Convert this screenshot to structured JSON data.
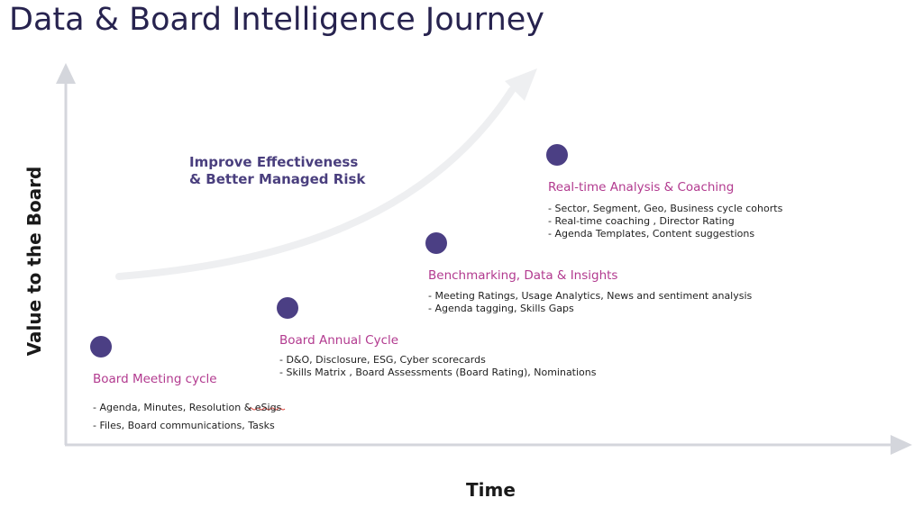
{
  "title": "Data & Board Intelligence Journey",
  "axes": {
    "y_label": "Value to the Board",
    "x_label": "Time"
  },
  "arrow_caption": {
    "line1": "Improve Effectiveness",
    "line2": "& Better Managed Risk"
  },
  "colors": {
    "title": "#27234f",
    "dot": "#4b3f84",
    "stage_title": "#b23a8f",
    "axis": "#d4d6dc",
    "arrow": "#eeeff1"
  },
  "stages": [
    {
      "title": "Board Meeting cycle",
      "items": [
        "- Agenda, Minutes, Resolution & eSigs",
        "- Files, Board communications, Tasks"
      ]
    },
    {
      "title": "Board Annual Cycle",
      "items": [
        "- D&O, Disclosure, ESG, Cyber scorecards",
        "- Skills Matrix , Board Assessments (Board Rating), Nominations"
      ]
    },
    {
      "title": "Benchmarking, Data & Insights",
      "items": [
        "- Meeting Ratings, Usage Analytics, News and sentiment analysis",
        "- Agenda tagging, Skills Gaps"
      ]
    },
    {
      "title": "Real-time Analysis & Coaching",
      "items": [
        "- Sector, Segment, Geo, Business cycle cohorts",
        "- Real-time coaching , Director Rating",
        "- Agenda Templates, Content suggestions"
      ]
    }
  ]
}
